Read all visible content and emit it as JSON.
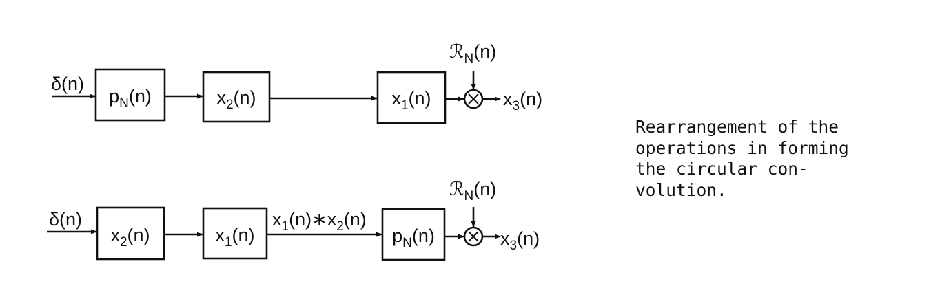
{
  "caption": [
    "Rearrangement of the",
    "operations in forming",
    "the circular con-",
    "volution."
  ],
  "diagrams": [
    {
      "input": "δ(n)",
      "blocks": [
        {
          "main": "p",
          "sub": "N",
          "arg": "(n)"
        },
        {
          "main": "x",
          "sub": "2",
          "arg": "(n)"
        },
        {
          "main": "x",
          "sub": "1",
          "arg": "(n)"
        }
      ],
      "mid_label": null,
      "window": {
        "main": "ℛ",
        "sub": "N",
        "arg": "(n)"
      },
      "multiplier": "×",
      "output": {
        "main": "x",
        "sub": "3",
        "arg": "(n)"
      }
    },
    {
      "input": "δ(n)",
      "blocks": [
        {
          "main": "x",
          "sub": "2",
          "arg": "(n)"
        },
        {
          "main": "x",
          "sub": "1",
          "arg": "(n)"
        },
        {
          "main": "p",
          "sub": "N",
          "arg": "(n)"
        }
      ],
      "mid_label": {
        "a_main": "x",
        "a_sub": "1",
        "a_arg": "(n)",
        "op": "∗",
        "b_main": "x",
        "b_sub": "2",
        "b_arg": "(n)"
      },
      "window": {
        "main": "ℛ",
        "sub": "N",
        "arg": "(n)"
      },
      "multiplier": "×",
      "output": {
        "main": "x",
        "sub": "3",
        "arg": "(n)"
      }
    }
  ]
}
